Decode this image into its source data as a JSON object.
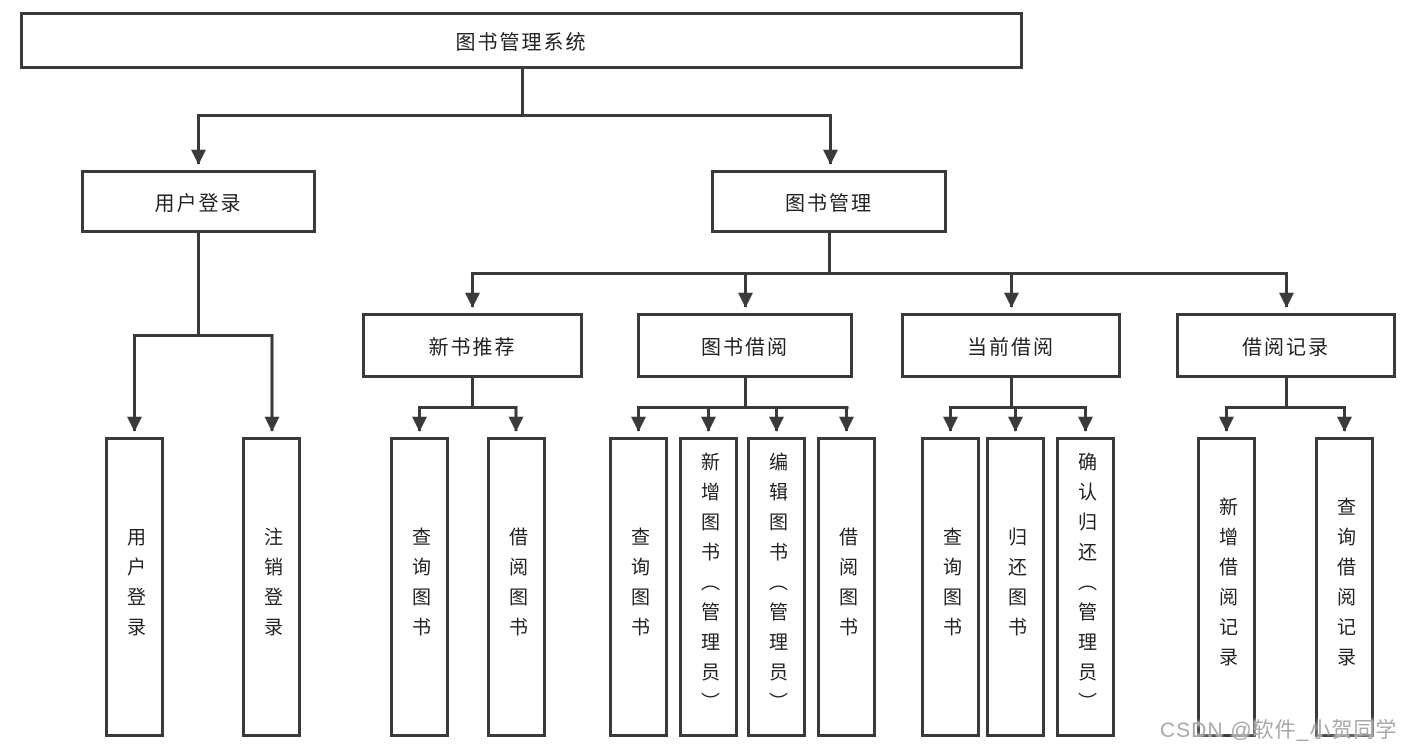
{
  "diagram": {
    "type": "hierarchy-tree",
    "nodes": {
      "root": {
        "label": "图书管理系统"
      },
      "user_login": {
        "label": "用户登录"
      },
      "book_mgmt": {
        "label": "图书管理"
      },
      "new_book_rec": {
        "label": "新书推荐"
      },
      "book_borrow": {
        "label": "图书借阅"
      },
      "current_borrow": {
        "label": "当前借阅"
      },
      "borrow_record": {
        "label": "借阅记录"
      },
      "leaves": {
        "user_login": {
          "label": "用户登录",
          "parent": "用户登录"
        },
        "logout": {
          "label": "注销登录",
          "parent": "用户登录"
        },
        "query_book_1": {
          "label": "查询图书",
          "parent": "新书推荐"
        },
        "borrow_book_1": {
          "label": "借阅图书",
          "parent": "新书推荐"
        },
        "query_book_2": {
          "label": "查询图书",
          "parent": "图书借阅"
        },
        "add_book": {
          "label": "新增图书（管理员）",
          "parent": "图书借阅"
        },
        "edit_book": {
          "label": "编辑图书（管理员）",
          "parent": "图书借阅"
        },
        "borrow_book_2": {
          "label": "借阅图书",
          "parent": "图书借阅"
        },
        "query_book_3": {
          "label": "查询图书",
          "parent": "当前借阅"
        },
        "return_book": {
          "label": "归还图书",
          "parent": "当前借阅"
        },
        "confirm_return": {
          "label": "确认归还（管理员）",
          "parent": "当前借阅"
        },
        "add_record": {
          "label": "新增借阅记录",
          "parent": "借阅记录"
        },
        "query_record": {
          "label": "查询借阅记录",
          "parent": "借阅记录"
        }
      }
    },
    "colors": {
      "line": "#3a3a3a",
      "box_border": "#3a3a3a",
      "box_fill": "#ffffff",
      "text": "#222222",
      "watermark": "#a8a8a8",
      "background": "#ffffff"
    }
  },
  "watermark": {
    "text": "CSDN @软件_小贺同学"
  }
}
